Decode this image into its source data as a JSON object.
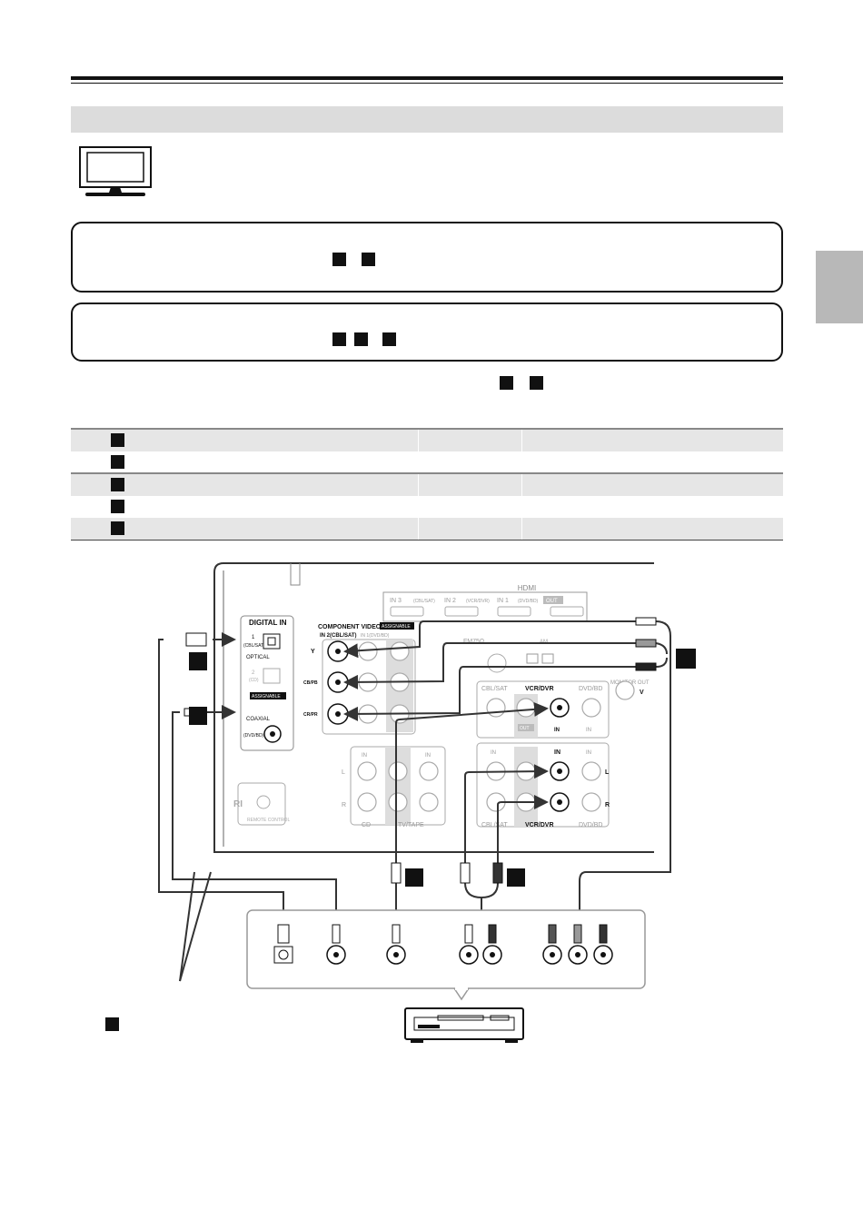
{
  "diagram": {
    "hdmi_label": "HDMI",
    "hdmi_ports": [
      "IN 3",
      "(CBL/SAT)",
      "IN 2",
      "(VCR/DVR)",
      "IN 1",
      "(DVD/BD)",
      "OUT"
    ],
    "digital_in": "DIGITAL IN",
    "optical_1": "1",
    "optical_1_sub": "(CBL/SAT)",
    "optical": "OPTICAL",
    "optical_2": "2",
    "optical_2_sub": "(CD)",
    "assignable": "ASSIGNABLE",
    "coaxial": "COAXIAL",
    "coaxial_sub": "(DVD/BD)",
    "component_video": "COMPONENT VIDEO",
    "component_in2": "IN 2(CBL/SAT)",
    "component_in1": "IN 1(DVD/BD)",
    "y": "Y",
    "cb": "CB/PB",
    "cr": "CR/PR",
    "fm": "FM75Ω",
    "am": "AM",
    "cbl_sat": "CBL/SAT",
    "vcr_dvr": "VCR/DVR",
    "dvd_bd": "DVD/BD",
    "monitor_out": "MONITOR OUT",
    "v": "V",
    "in": "IN",
    "out": "OUT",
    "l": "L",
    "r": "R",
    "cd": "CD",
    "tv_tape": "TV/TAPE",
    "ri": "RI",
    "remote_control": "REMOTE CONTROL"
  }
}
